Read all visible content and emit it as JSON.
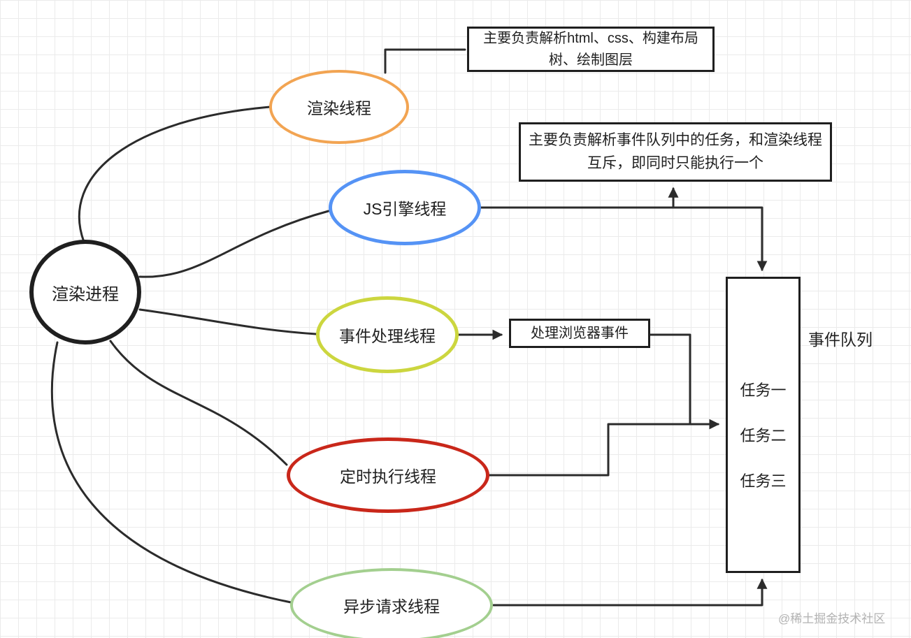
{
  "diagram": {
    "main_node": {
      "label": "渲染进程",
      "color": "#1f1f1f"
    },
    "threads": [
      {
        "id": "render-thread",
        "label": "渲染线程",
        "color": "#f2a452"
      },
      {
        "id": "js-engine-thread",
        "label": "JS引擎线程",
        "color": "#5593f5"
      },
      {
        "id": "event-thread",
        "label": "事件处理线程",
        "color": "#ccd63f"
      },
      {
        "id": "timer-thread",
        "label": "定时执行线程",
        "color": "#c9271a"
      },
      {
        "id": "async-thread",
        "label": "异步请求线程",
        "color": "#a3cf8f"
      }
    ],
    "notes": [
      {
        "id": "render-note",
        "text": "主要负责解析html、css、构建布局树、绘制图层"
      },
      {
        "id": "js-note",
        "text": "主要负责解析事件队列中的任务，和渲染线程互斥，即同时只能执行一个"
      },
      {
        "id": "event-note",
        "text": "处理浏览器事件"
      }
    ],
    "queue": {
      "label": "事件队列",
      "tasks": [
        "任务一",
        "任务二",
        "任务三"
      ]
    },
    "watermark": "@稀土掘金技术社区",
    "line_color": "#2b2b2b"
  }
}
